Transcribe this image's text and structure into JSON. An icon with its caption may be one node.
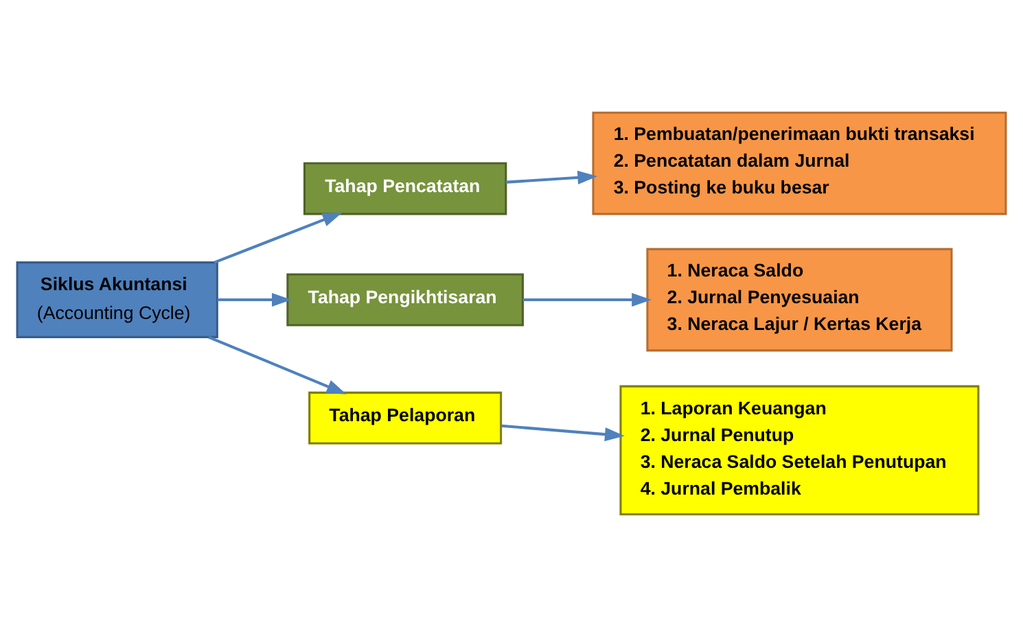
{
  "diagram": {
    "nodes": [
      {
        "text": [
          "Siklus Akuntansi",
          "(Accounting Cycle)"
        ]
      },
      {
        "text": [
          "Tahap Pencatatan"
        ]
      },
      {
        "text": [
          "1. Pembuatan/penerimaan bukti transaksi",
          "2. Pencatatan dalam Jurnal",
          "3. Posting ke buku besar"
        ]
      },
      {
        "text": [
          "Tahap Pengikhtisaran"
        ]
      },
      {
        "text": [
          "1. Neraca Saldo",
          "2. Jurnal Penyesuaian",
          "3. Neraca Lajur / Kertas Kerja"
        ]
      },
      {
        "text": [
          "Tahap Pelaporan"
        ]
      },
      {
        "text": [
          "1. Laporan Keuangan",
          "2. Jurnal Penutup",
          "3. Neraca Saldo Setelah Penutupan",
          "4. Jurnal Pembalik"
        ]
      }
    ],
    "edges": [
      {
        "from": 0,
        "to": 1,
        "arrow": "to"
      },
      {
        "from": 0,
        "to": 3,
        "arrow": "to"
      },
      {
        "from": 0,
        "to": 5,
        "arrow": "to"
      },
      {
        "from": 1,
        "to": 2,
        "arrow": "to"
      },
      {
        "from": 3,
        "to": 4,
        "arrow": "to"
      },
      {
        "from": 5,
        "to": 6,
        "arrow": "to"
      }
    ]
  }
}
